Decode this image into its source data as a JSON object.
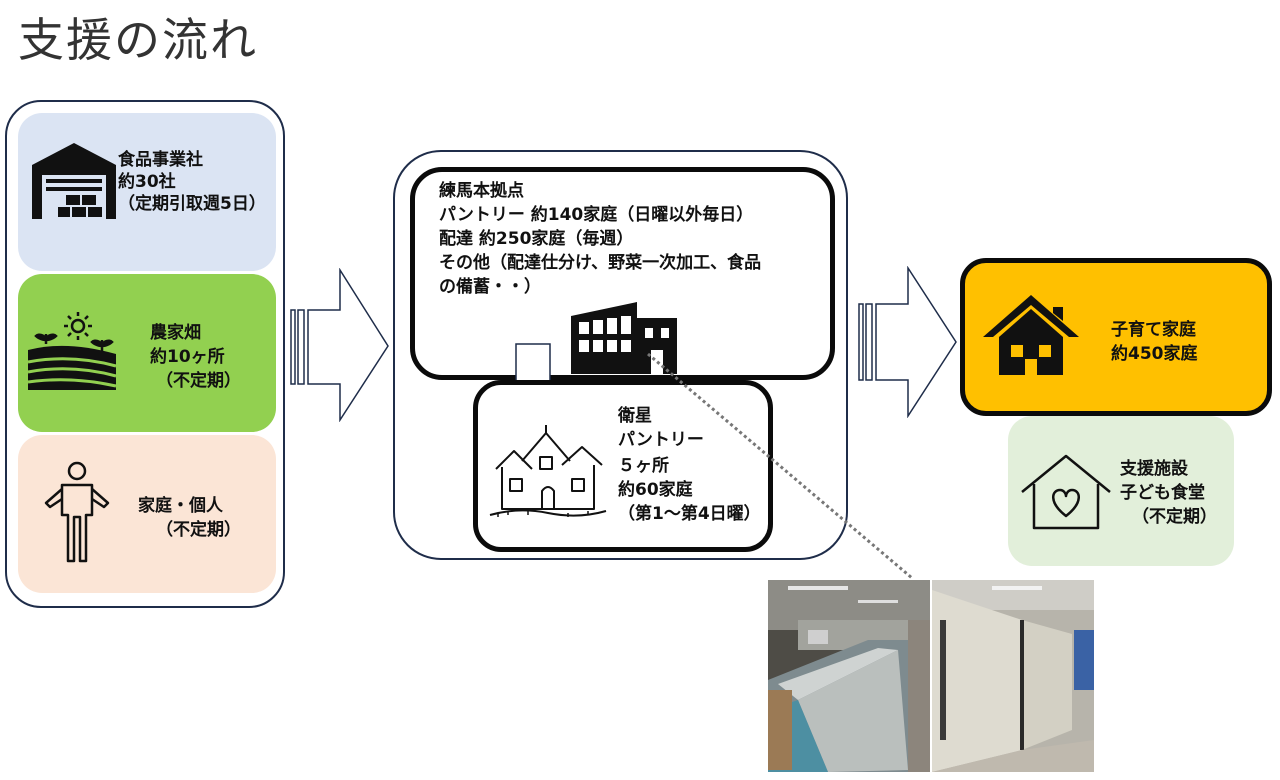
{
  "title": "支援の流れ",
  "sources": {
    "food_company": {
      "name": "食品事業社",
      "count": "約30社",
      "note": "（定期引取週5日）"
    },
    "farm": {
      "name": "農家畑",
      "count": "約10ヶ所",
      "note": "（不定期）"
    },
    "household": {
      "name": "家庭・個人",
      "note": "（不定期）"
    }
  },
  "hub": {
    "name": "練馬本拠点",
    "line1": "パントリー 約140家庭（日曜以外毎日）",
    "line2": "配達 約250家庭（毎週）",
    "line3": "その他（配達仕分け、野菜一次加工、食品",
    "line4": "の備蓄・・）"
  },
  "satellite": {
    "name": "衛星",
    "sub": "パントリー",
    "count": "５ヶ所",
    "families": "約60家庭",
    "note": "（第1～第4日曜）"
  },
  "destination": {
    "name": "子育て家庭",
    "count": "約450家庭"
  },
  "support": {
    "name": "支援施設",
    "sub": "子ども食堂",
    "note": "（不定期）"
  },
  "colors": {
    "food_bg": "#dbe4f3",
    "farm_bg": "#92d050",
    "household_bg": "#fbe5d6",
    "dest_bg": "#ffc000",
    "support_bg": "#e2efda",
    "outline": "#1f2d4a"
  },
  "icons": {
    "warehouse": "warehouse-icon",
    "farm": "farm-field-icon",
    "person": "person-icon",
    "building": "office-building-icon",
    "house_haunted": "mansion-icon",
    "house": "house-icon",
    "heart_house": "heart-house-icon"
  }
}
